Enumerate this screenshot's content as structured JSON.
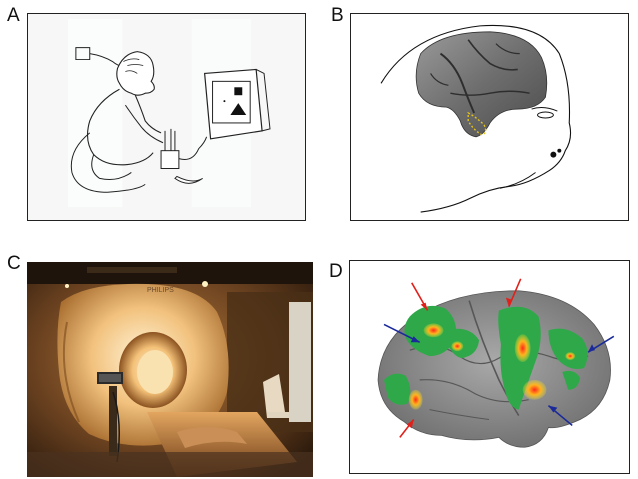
{
  "figure": {
    "panels": [
      {
        "label": "A",
        "content": "monkey-drawing"
      },
      {
        "label": "B",
        "content": "monkey-brain-drawing"
      },
      {
        "label": "C",
        "content": "mri-scanner-photo"
      },
      {
        "label": "D",
        "content": "fmri-brain-map"
      }
    ],
    "scanner_brand": "PHILIPS"
  }
}
